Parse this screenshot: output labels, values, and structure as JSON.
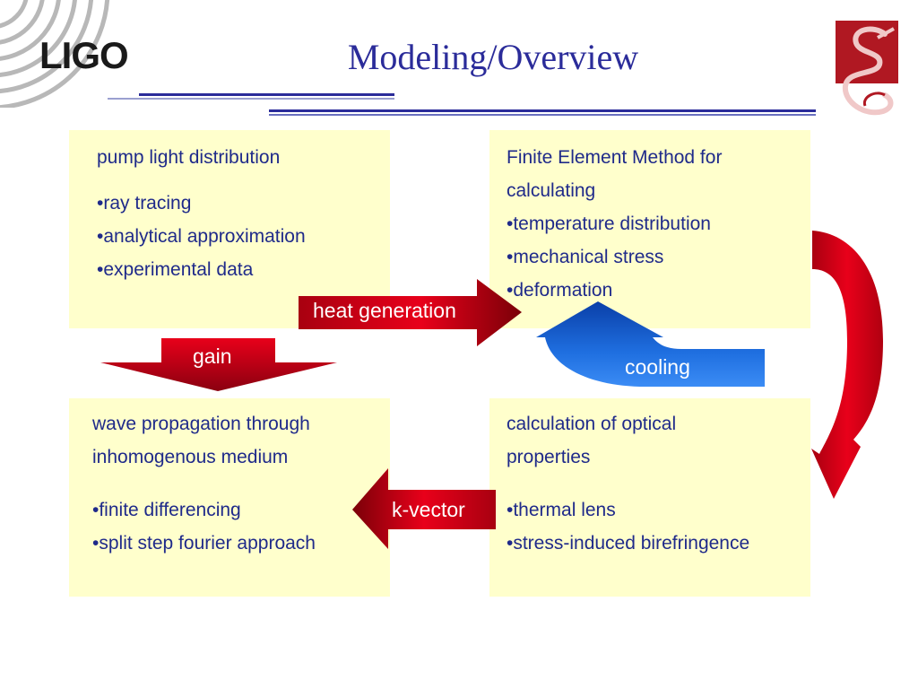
{
  "header": {
    "logo_text": "LIGO",
    "title": "Modeling/Overview"
  },
  "boxes": {
    "pump": {
      "heading": "pump light distribution",
      "items": [
        "•ray tracing",
        "•analytical approximation",
        "•experimental data"
      ]
    },
    "fem": {
      "heading_lines": [
        "Finite Element Method for",
        "calculating"
      ],
      "items": [
        "•temperature distribution",
        "•mechanical stress",
        "•deformation"
      ]
    },
    "wave": {
      "heading_lines": [
        "wave propagation through",
        "inhomogenous medium"
      ],
      "items": [
        "•finite differencing",
        "•split step fourier approach"
      ]
    },
    "optical": {
      "heading_lines": [
        "calculation of optical",
        "properties"
      ],
      "items": [
        "•thermal lens",
        "•stress-induced birefringence"
      ]
    }
  },
  "arrows": {
    "heat_generation": "heat generation",
    "gain": "gain",
    "cooling": "cooling",
    "k_vector": "k-vector"
  },
  "colors": {
    "title": "#2b2c9a",
    "box_fill": "#ffffcc",
    "box_text": "#1f2a8a",
    "arrow_red": "#d40012",
    "arrow_blue": "#1a5fd0"
  }
}
